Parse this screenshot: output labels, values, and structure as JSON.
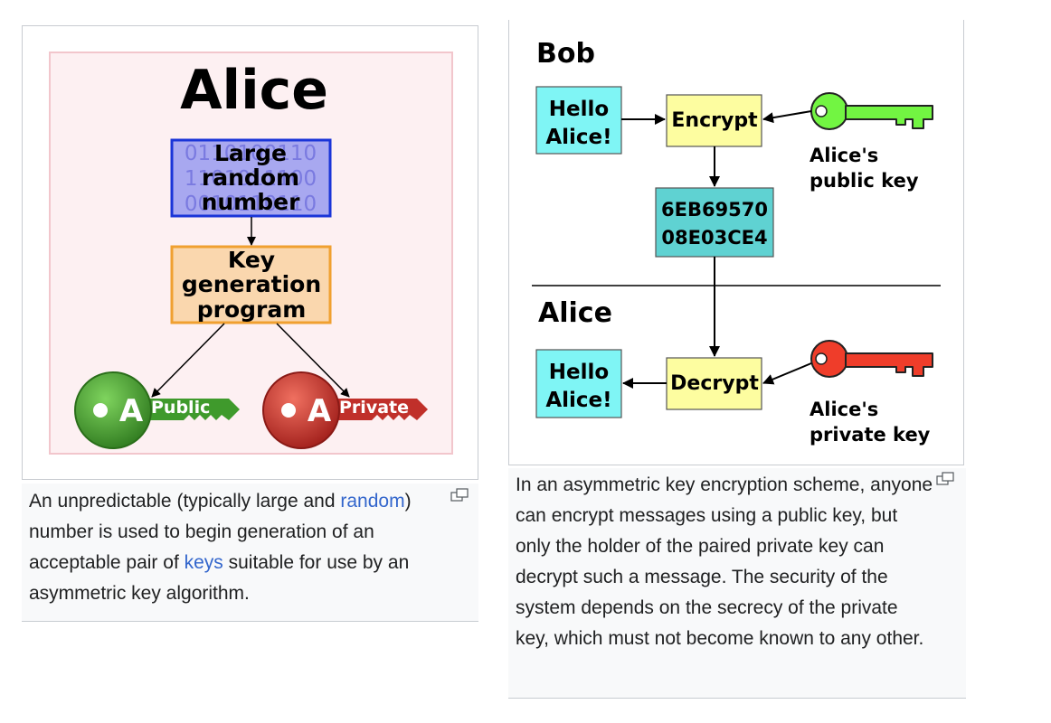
{
  "left_figure": {
    "title": "Alice",
    "binary_rows": [
      "0110100110",
      "1101011100",
      "0010110110"
    ],
    "random_box": [
      "Large",
      "random",
      "number"
    ],
    "program_box": [
      "Key",
      "generation",
      "program"
    ],
    "public_key": {
      "letter": "A",
      "label": "Public"
    },
    "private_key": {
      "letter": "A",
      "label": "Private"
    },
    "caption": {
      "t1": "An unpredictable (typically large and ",
      "link1": "random",
      "t2": ") number is used to begin generation of an acceptable pair of ",
      "link2": "keys",
      "t3": " suitable for use by an asymmetric key algorithm."
    }
  },
  "right_figure": {
    "bob_label": "Bob",
    "alice_label": "Alice",
    "message_top": [
      "Hello",
      "Alice!"
    ],
    "encrypt_label": "Encrypt",
    "public_key_label": [
      "Alice's",
      "public key"
    ],
    "ciphertext": [
      "6EB69570",
      "08E03CE4"
    ],
    "message_bottom": [
      "Hello",
      "Alice!"
    ],
    "decrypt_label": "Decrypt",
    "private_key_label": [
      "Alice's",
      "private key"
    ],
    "caption": "In an asymmetric key encryption scheme, anyone can encrypt messages using a public key, but only the holder of the paired private key can decrypt such a message. The security of the system depends on the secrecy of the private key, which must not become known to any other."
  },
  "colors": {
    "random_fill": "#a8a8f0",
    "random_border": "#1a35d8",
    "program_fill": "#fad7ae",
    "program_border": "#f0a030",
    "public_key": "#3f9a2c",
    "private_key": "#c0302a",
    "hello_fill": "#7ff5f5",
    "encrypt_fill": "#fdfda0",
    "cipher_fill": "#5fd2d2",
    "green_key": "#72f542",
    "red_key": "#ef3d2a",
    "link": "#3366cc"
  }
}
